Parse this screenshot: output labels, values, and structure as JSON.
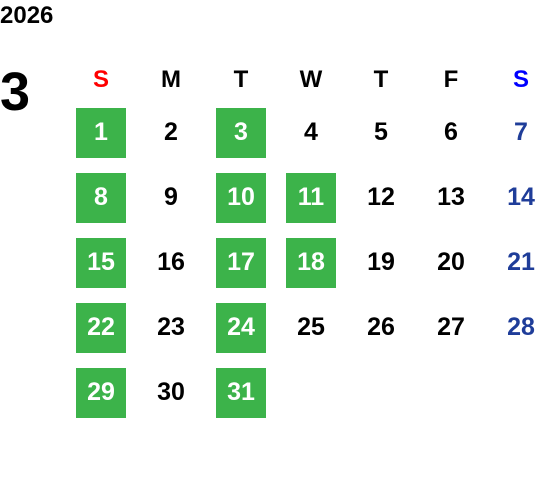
{
  "calendar": {
    "year": "2026",
    "month": "3",
    "weekdays": [
      "S",
      "M",
      "T",
      "W",
      "T",
      "F",
      "S"
    ],
    "weeks": [
      [
        {
          "day": "1",
          "highlight": true
        },
        {
          "day": "2",
          "highlight": false
        },
        {
          "day": "3",
          "highlight": true
        },
        {
          "day": "4",
          "highlight": false
        },
        {
          "day": "5",
          "highlight": false
        },
        {
          "day": "6",
          "highlight": false
        },
        {
          "day": "7",
          "highlight": false
        }
      ],
      [
        {
          "day": "8",
          "highlight": true
        },
        {
          "day": "9",
          "highlight": false
        },
        {
          "day": "10",
          "highlight": true
        },
        {
          "day": "11",
          "highlight": true
        },
        {
          "day": "12",
          "highlight": false
        },
        {
          "day": "13",
          "highlight": false
        },
        {
          "day": "14",
          "highlight": false
        }
      ],
      [
        {
          "day": "15",
          "highlight": true
        },
        {
          "day": "16",
          "highlight": false
        },
        {
          "day": "17",
          "highlight": true
        },
        {
          "day": "18",
          "highlight": true
        },
        {
          "day": "19",
          "highlight": false
        },
        {
          "day": "20",
          "highlight": false
        },
        {
          "day": "21",
          "highlight": false
        }
      ],
      [
        {
          "day": "22",
          "highlight": true
        },
        {
          "day": "23",
          "highlight": false
        },
        {
          "day": "24",
          "highlight": true
        },
        {
          "day": "25",
          "highlight": false
        },
        {
          "day": "26",
          "highlight": false
        },
        {
          "day": "27",
          "highlight": false
        },
        {
          "day": "28",
          "highlight": false
        }
      ],
      [
        {
          "day": "29",
          "highlight": true
        },
        {
          "day": "30",
          "highlight": false
        },
        {
          "day": "31",
          "highlight": true
        },
        {
          "day": "",
          "highlight": false
        },
        {
          "day": "",
          "highlight": false
        },
        {
          "day": "",
          "highlight": false
        },
        {
          "day": "",
          "highlight": false
        }
      ]
    ]
  },
  "colors": {
    "highlight_bg": "#3cb34a",
    "highlight_text": "#ffffff",
    "sunday_header": "#ff0000",
    "saturday_header": "#0000ff",
    "saturday_day": "#1f3d99",
    "default_text": "#000000"
  }
}
